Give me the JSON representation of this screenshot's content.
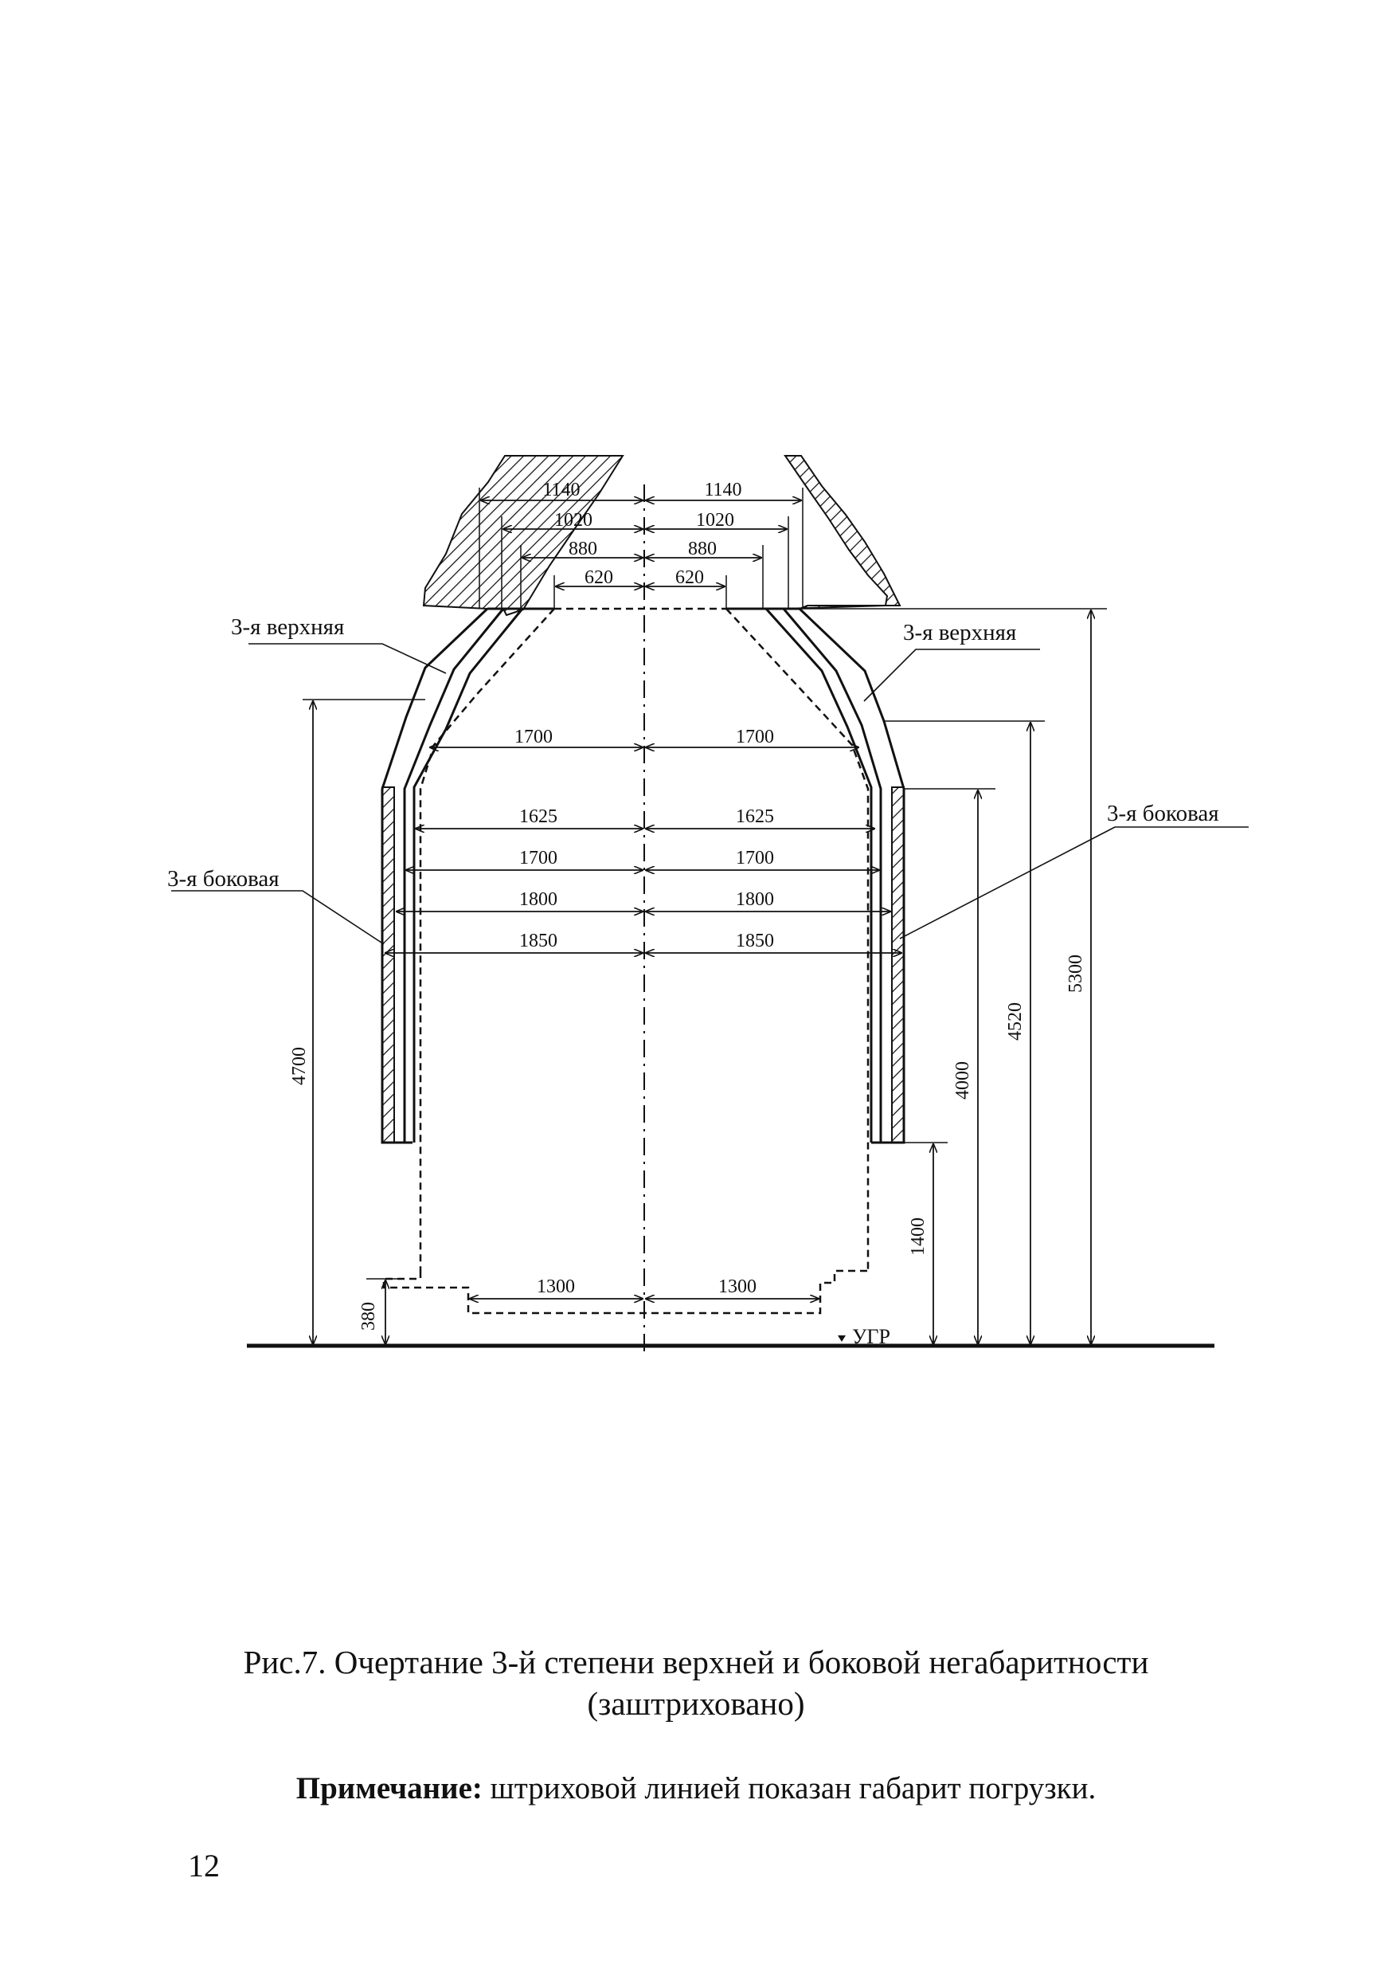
{
  "drawing": {
    "labels": {
      "top_left": "3-я верхняя",
      "top_right": "3-я верхняя",
      "side_left": "3-я боковая",
      "side_right": "3-я боковая",
      "ground": "УГР"
    },
    "top_widths": {
      "w1140_left": "1140",
      "w1140_right": "1140",
      "w1020_left": "1020",
      "w1020_right": "1020",
      "w880_left": "880",
      "w880_right": "880",
      "w620_left": "620",
      "w620_right": "620"
    },
    "side_widths": {
      "w1700a_left": "1700",
      "w1700a_right": "1700",
      "w1625_left": "1625",
      "w1625_right": "1625",
      "w1700b_left": "1700",
      "w1700b_right": "1700",
      "w1800_left": "1800",
      "w1800_right": "1800",
      "w1850_left": "1850",
      "w1850_right": "1850",
      "w1300_left": "1300",
      "w1300_right": "1300"
    },
    "heights": {
      "h4700": "4700",
      "h380": "380",
      "h1400": "1400",
      "h4000": "4000",
      "h4520": "4520",
      "h5300": "5300"
    }
  },
  "caption": {
    "line1": "Рис.7. Очертание 3-й  степени верхней и боковой негабаритности",
    "line2": "(заштриховано)"
  },
  "note": {
    "label": "Примечание:",
    "text": " штриховой линией показан габарит погрузки."
  },
  "page_number": "12"
}
